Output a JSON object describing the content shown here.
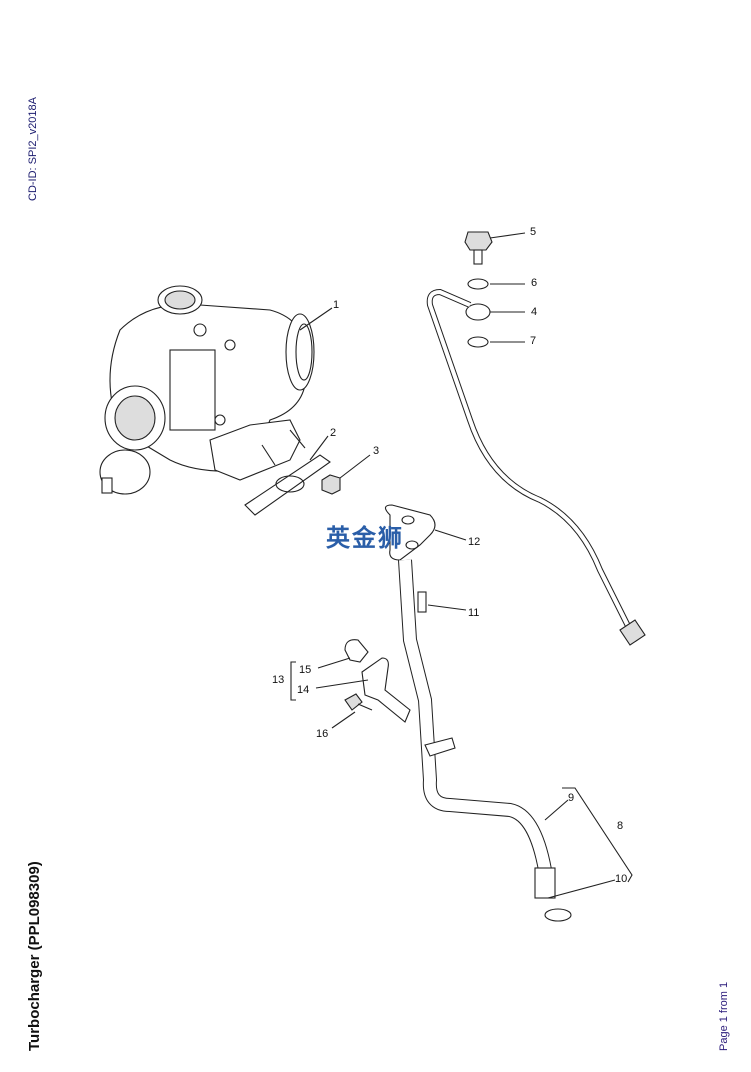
{
  "document": {
    "cd_id": "CD-ID: SPI2_v2018A",
    "title": "Turbocharger (PPL098309)",
    "page": "Page 1 from 1"
  },
  "watermark": "英金狮",
  "callouts": [
    "1",
    "2",
    "3",
    "4",
    "5",
    "6",
    "7",
    "8",
    "9",
    "10",
    "11",
    "12",
    "13",
    "14",
    "15",
    "16"
  ]
}
